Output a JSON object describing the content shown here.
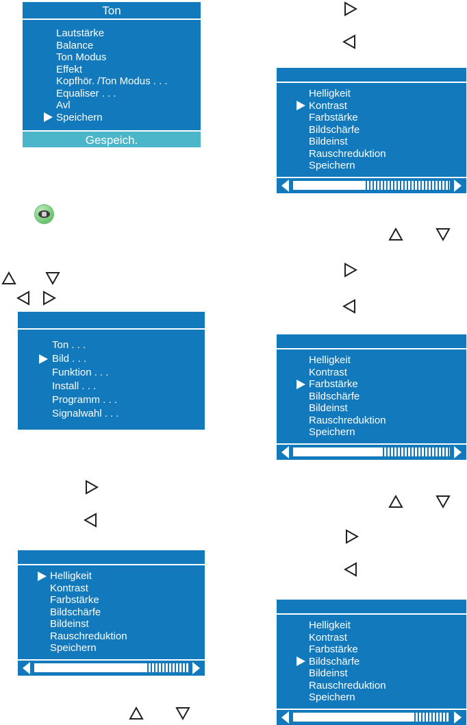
{
  "colors": {
    "osd_blue": "#1179bc",
    "osd_teal": "#4bb6c9",
    "osd_white": "#ffffff",
    "arrow_outline": "#231f20",
    "remote_button_green": "#6cc472"
  },
  "panels": {
    "sound_menu": {
      "title": "Ton",
      "items": [
        "Lautstärke",
        "Balance",
        "Ton Modus",
        "Effekt",
        "Kopfhör. /Ton Modus . . .",
        "Equaliser . . .",
        "Avl",
        "Speichern"
      ],
      "selected_index": 7,
      "footer": "Gespeich."
    },
    "main_menu": {
      "title": "",
      "items": [
        "Ton . . .",
        "Bild . . .",
        "Funktion . . .",
        "Install . . .",
        "Programm . . .",
        "Signalwahl . . ."
      ],
      "selected_index": 1
    },
    "picture_brightness": {
      "title": "",
      "items": [
        "Helligkeit",
        "Kontrast",
        "Farbstärke",
        "Bildschärfe",
        "Bildeinst",
        "Rauschreduktion",
        "Speichern"
      ],
      "selected_index": 0,
      "slider": {
        "value_percent": 72,
        "left_arrow": "◀",
        "right_arrow": "▶"
      }
    },
    "picture_contrast": {
      "title": "",
      "items": [
        "Helligkeit",
        "Kontrast",
        "Farbstärke",
        "Bildschärfe",
        "Bildeinst",
        "Rauschreduktion",
        "Speichern"
      ],
      "selected_index": 1,
      "slider": {
        "value_percent": 45,
        "left_arrow": "◀",
        "right_arrow": "▶"
      }
    },
    "picture_colour": {
      "title": "",
      "items": [
        "Helligkeit",
        "Kontrast",
        "Farbstärke",
        "Bildschärfe",
        "Bildeinst",
        "Rauschreduktion",
        "Speichern"
      ],
      "selected_index": 2,
      "slider": {
        "value_percent": 56,
        "left_arrow": "◀",
        "right_arrow": "▶"
      }
    },
    "picture_sharpness": {
      "title": "",
      "items": [
        "Helligkeit",
        "Kontrast",
        "Farbstärke",
        "Bildschärfe",
        "Bildeinst",
        "Rauschreduktion",
        "Speichern"
      ],
      "selected_index": 3,
      "slider": {
        "value_percent": 76,
        "left_arrow": "◀",
        "right_arrow": "▶"
      }
    }
  },
  "keys": {
    "menu_button": "menu-button",
    "up": "▲",
    "down": "▼",
    "left": "◀",
    "right": "▶"
  }
}
